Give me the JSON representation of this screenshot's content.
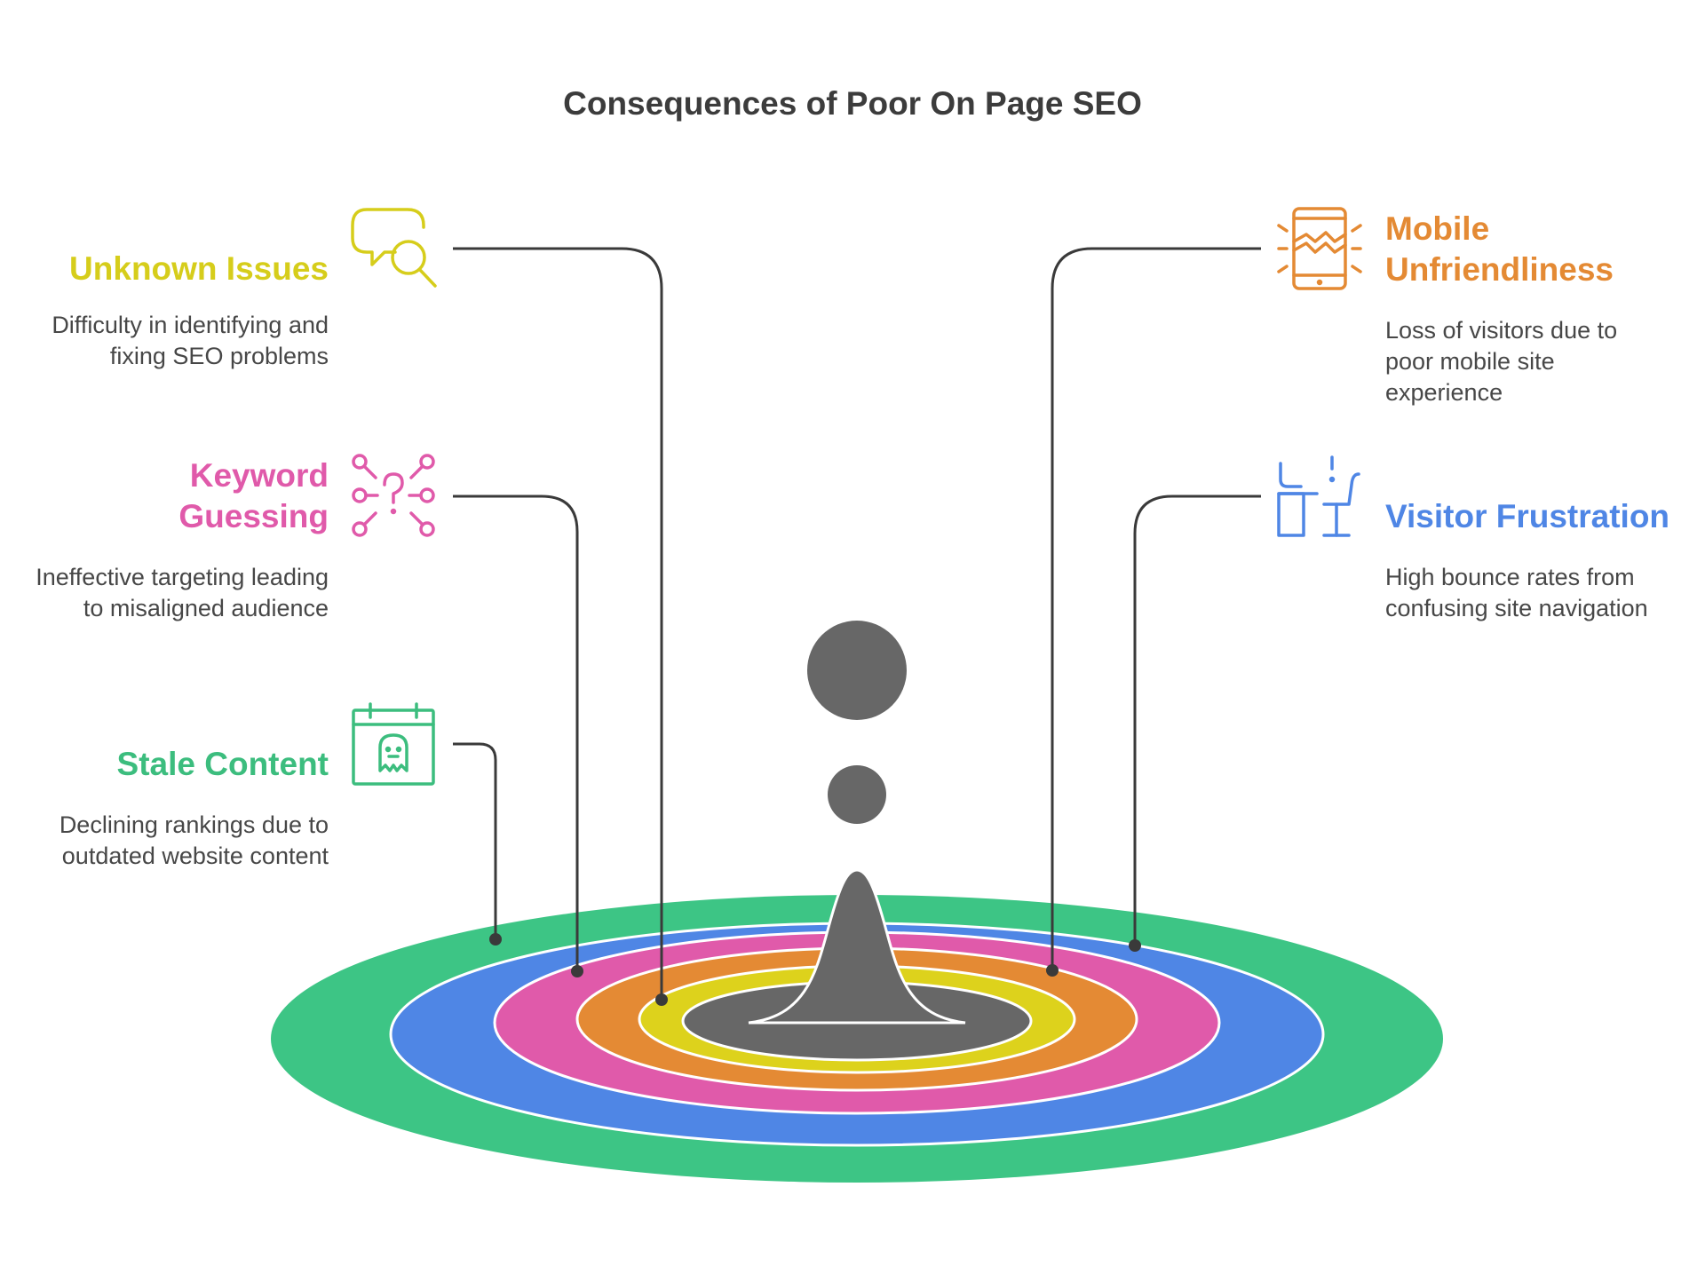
{
  "title": "Consequences of Poor On Page SEO",
  "colors": {
    "green": "#3dc585",
    "blue": "#4f86e5",
    "pink": "#e05aaa",
    "orange": "#e48a34",
    "yellow": "#ddd21c",
    "center": "#676767",
    "line": "#3a3a3a",
    "text": "#474747"
  },
  "items": [
    {
      "key": "unknown",
      "title": "Unknown Issues",
      "description": "Difficulty in identifying and fixing SEO problems",
      "color": "#d6cd1b",
      "icon": "search-chat-icon"
    },
    {
      "key": "keyword",
      "title": "Keyword Guessing",
      "description": "Ineffective targeting leading to misaligned audience",
      "color": "#e05aaa",
      "icon": "question-network-icon"
    },
    {
      "key": "stale",
      "title": "Stale Content",
      "description": "Declining rankings due to outdated website content",
      "color": "#3cbd7e",
      "icon": "calendar-ghost-icon"
    },
    {
      "key": "mobile",
      "title": "Mobile Unfriendliness",
      "description": "Loss of visitors due to poor mobile site experience",
      "color": "#e48a34",
      "icon": "broken-phone-icon"
    },
    {
      "key": "visitor",
      "title": "Visitor Frustration",
      "description": "High bounce rates from confusing site navigation",
      "color": "#4f86e5",
      "icon": "desk-chair-alert-icon"
    }
  ]
}
